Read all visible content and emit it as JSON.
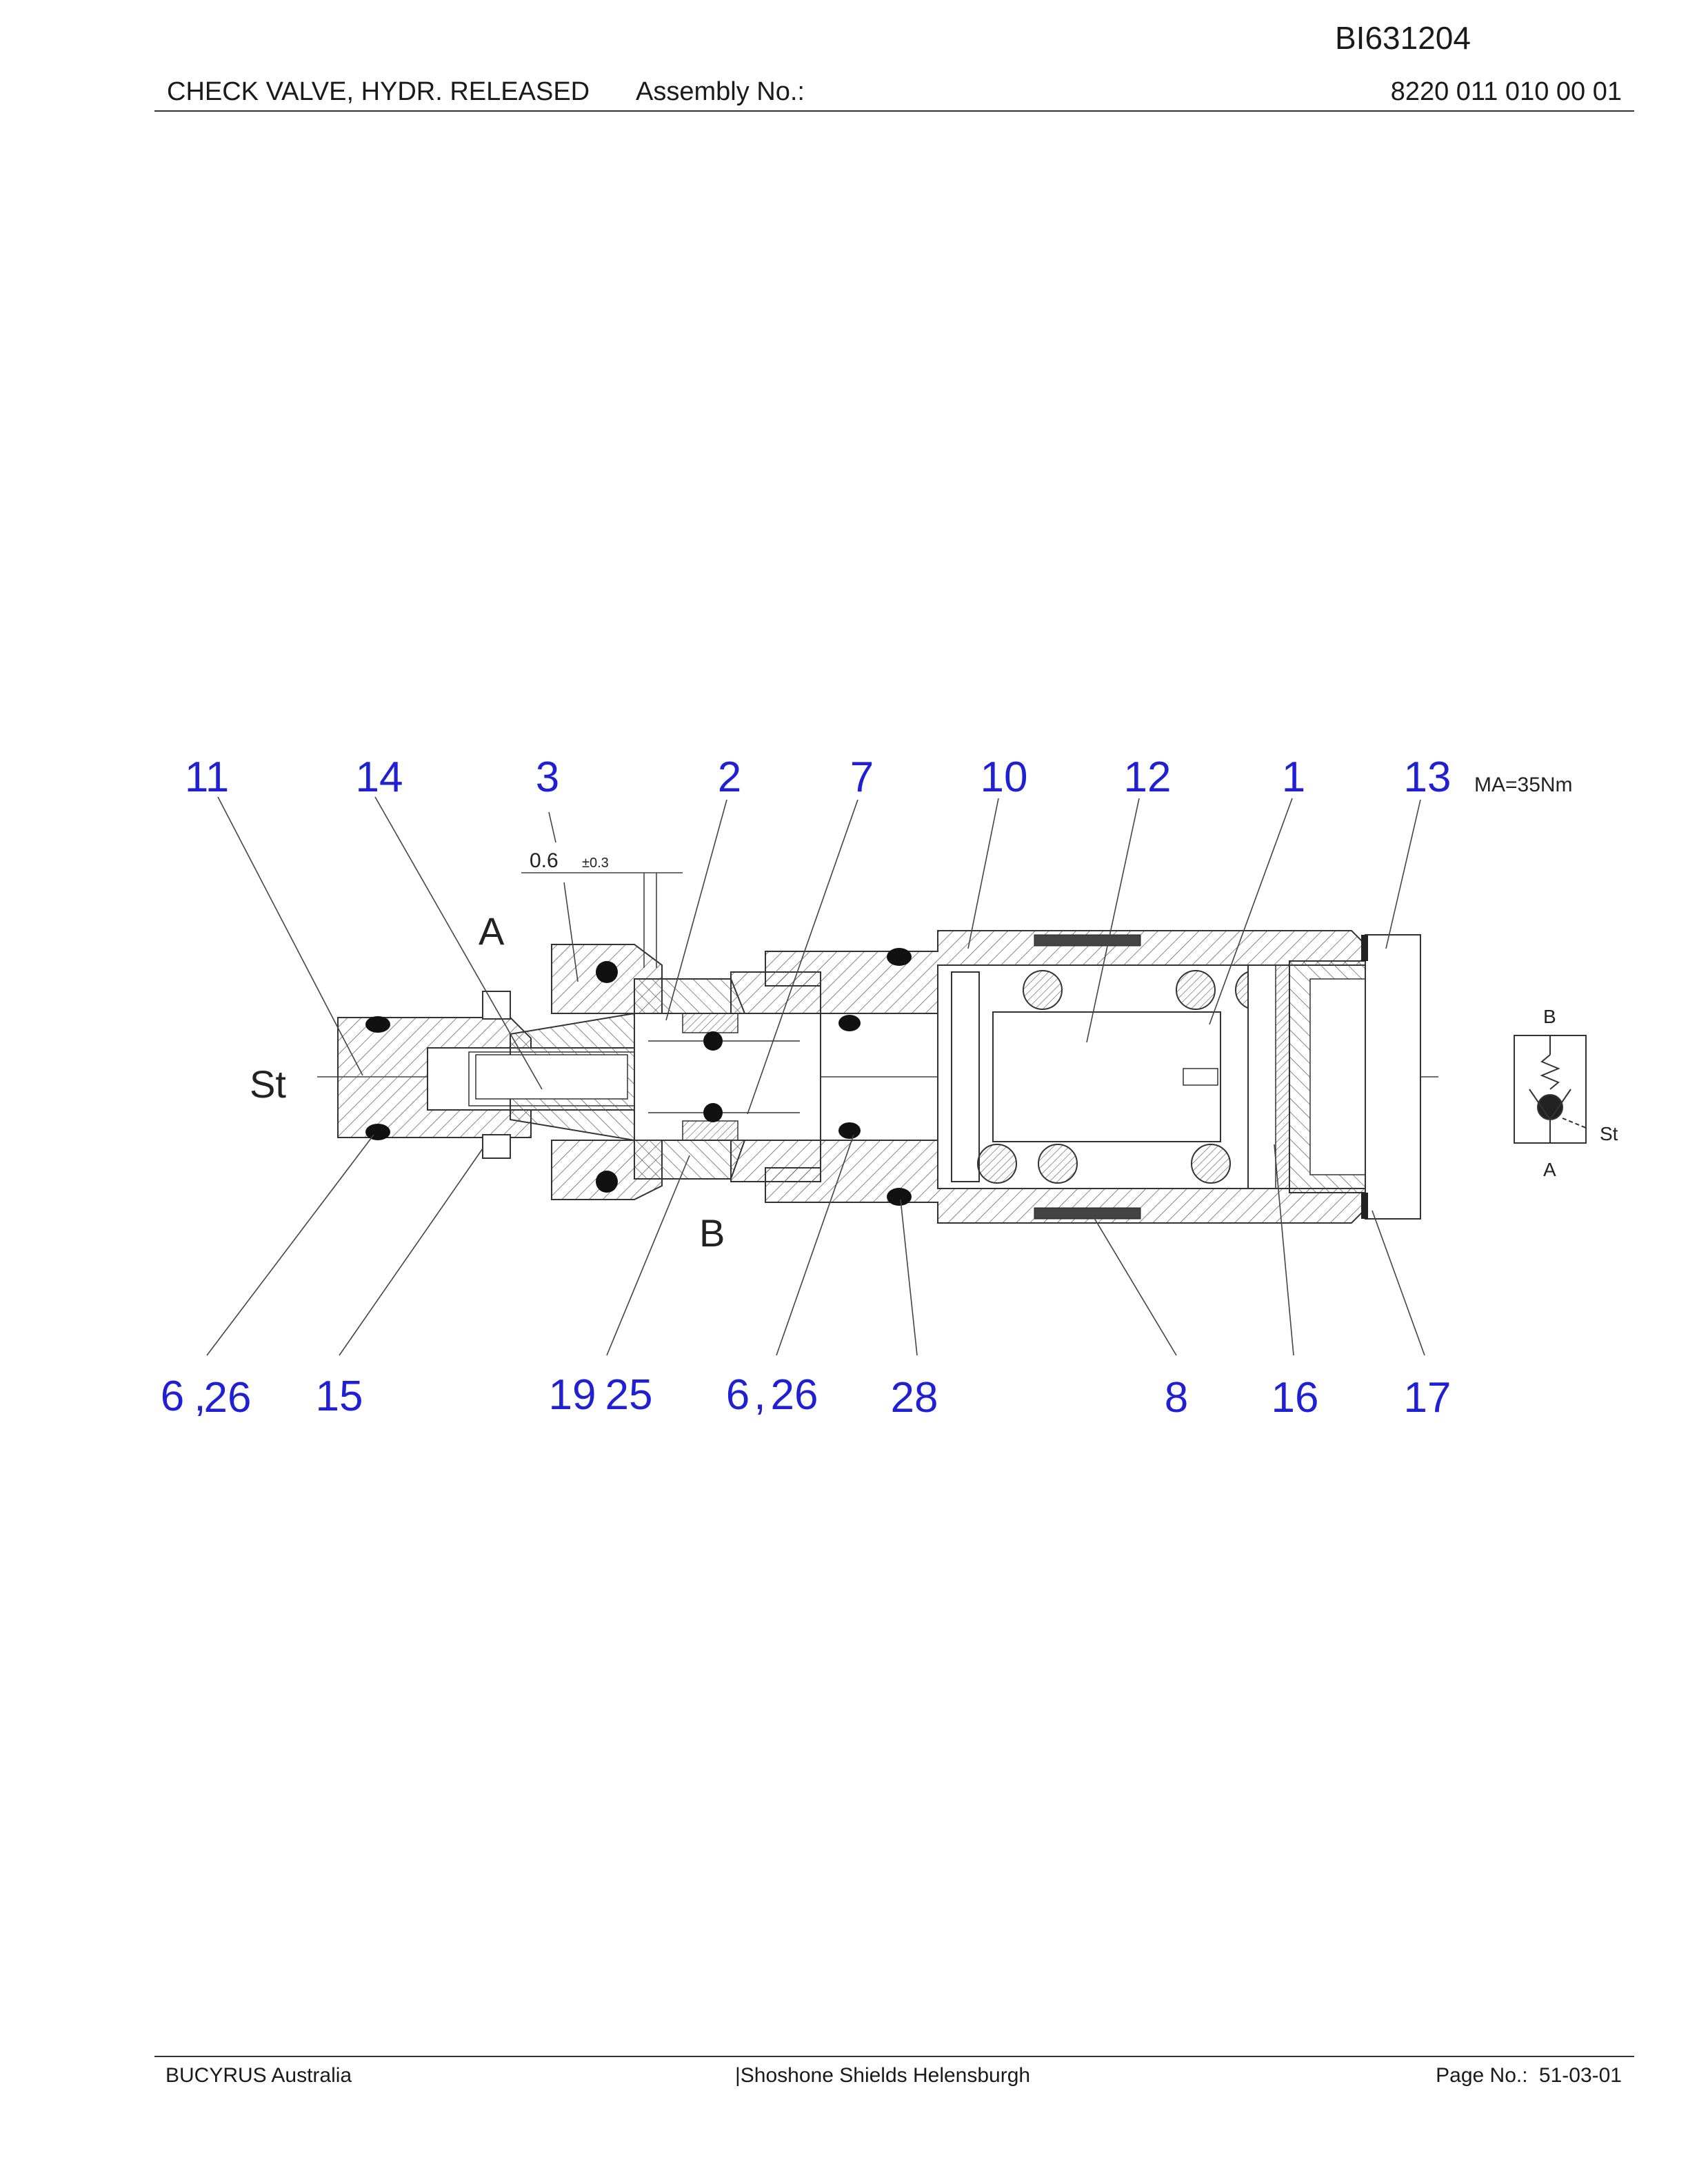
{
  "document": {
    "id": "BI631204",
    "title": "CHECK VALVE, HYDR. RELEASED",
    "assembly_label": "Assembly No.:",
    "assembly_number": "8220 011 010 00 01"
  },
  "drawing": {
    "callouts_top": [
      "11",
      "14",
      "3",
      "2",
      "7",
      "10",
      "12",
      "1",
      "13"
    ],
    "callouts_bottom": [
      "6",
      ",",
      "26",
      "15",
      "19",
      "25",
      "6",
      ",",
      "26",
      "28",
      "8",
      "16",
      "17"
    ],
    "torque": "MA=35Nm",
    "dimension_value": "0.6",
    "dimension_tolerance": "±0.3",
    "port_a": "A",
    "port_b": "B",
    "port_st": "St",
    "symbol": {
      "b": "B",
      "a": "A",
      "st": "St"
    },
    "colors": {
      "callout": "#1f1fd6",
      "line": "#333333",
      "seal": "#111111"
    }
  },
  "footer": {
    "company": "BUCYRUS Australia",
    "location": "|Shoshone Shields Helensburgh",
    "page_label": "Page No.:",
    "page_number": "51-03-01"
  }
}
